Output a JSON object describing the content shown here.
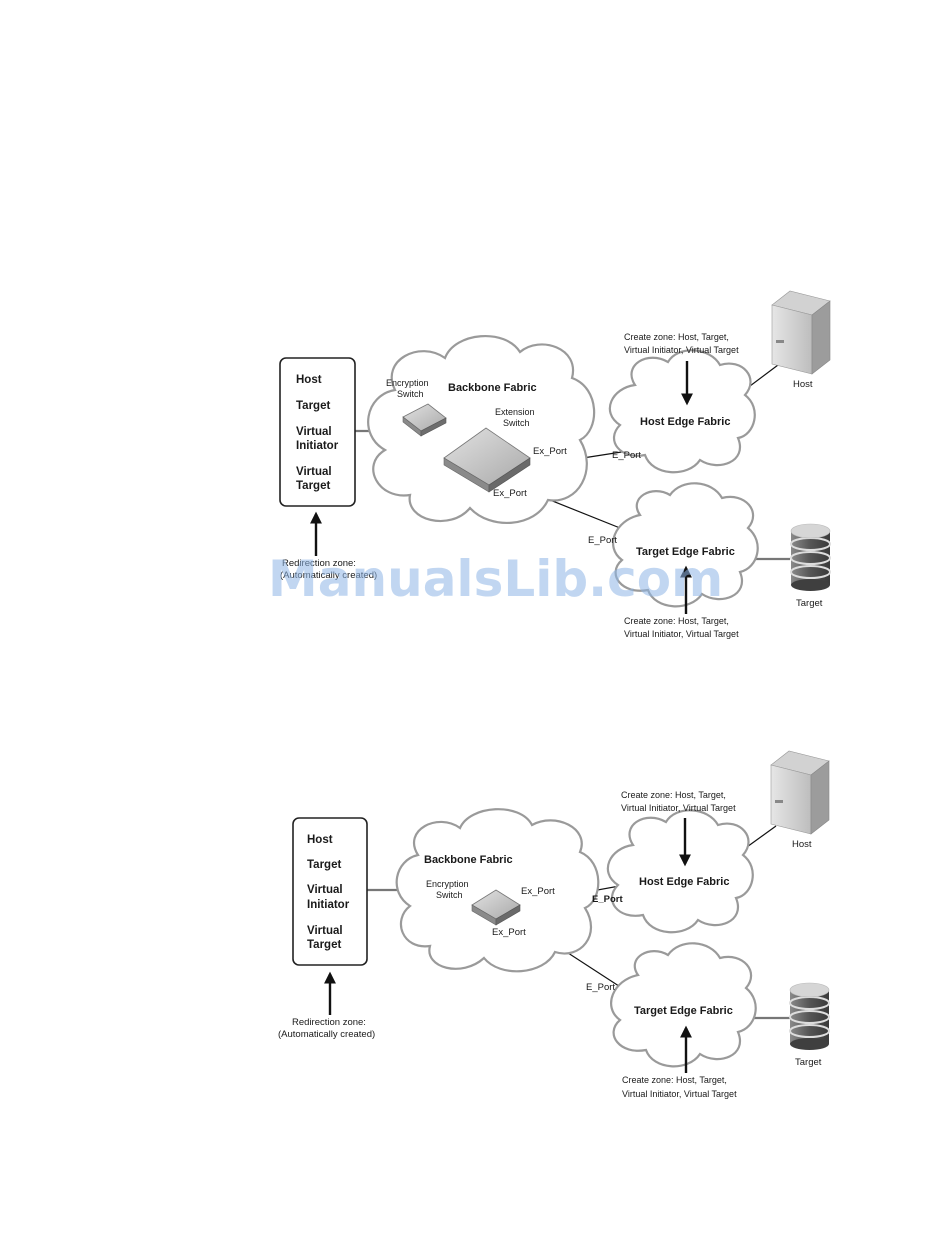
{
  "watermark": "ManualsLib.com",
  "diagram1": {
    "zone_items": [
      "Host",
      "Target",
      "Virtual",
      "Initiator",
      "Virtual",
      "Target"
    ],
    "backbone": "Backbone Fabric",
    "encryption_switch": [
      "Encryption",
      "Switch"
    ],
    "extension_switch": [
      "Extension",
      "Switch"
    ],
    "ex_port_upper": "Ex_Port",
    "ex_port_lower": "Ex_Port",
    "e_port_host": "E_Port",
    "e_port_target": "E_Port",
    "host_edge": "Host Edge Fabric",
    "target_edge": "Target Edge Fabric",
    "create_zone_top": [
      "Create zone: Host, Target,",
      "Virtual Initiator, Virtual Target"
    ],
    "create_zone_bottom": [
      "Create zone: Host, Target,",
      "Virtual Initiator, Virtual Target"
    ],
    "redirection": [
      "Redirection zone:",
      "(Automatically created)"
    ],
    "host_label": "Host",
    "target_label": "Target"
  },
  "diagram2": {
    "zone_items": [
      "Host",
      "Target",
      "Virtual",
      "Initiator",
      "Virtual",
      "Target"
    ],
    "backbone": "Backbone Fabric",
    "encryption_switch": [
      "Encryption",
      "Switch"
    ],
    "ex_port_upper": "Ex_Port",
    "ex_port_lower": "Ex_Port",
    "e_port_host": "E_Port",
    "e_port_target": "E_Port",
    "host_edge": "Host Edge Fabric",
    "target_edge": "Target Edge Fabric",
    "create_zone_top": [
      "Create zone: Host, Target,",
      "Virtual Initiator, Virtual Target"
    ],
    "create_zone_bottom": [
      "Create zone: Host, Target,",
      "Virtual Initiator, Virtual Target"
    ],
    "redirection": [
      "Redirection zone:",
      "(Automatically created)"
    ],
    "host_label": "Host",
    "target_label": "Target"
  }
}
